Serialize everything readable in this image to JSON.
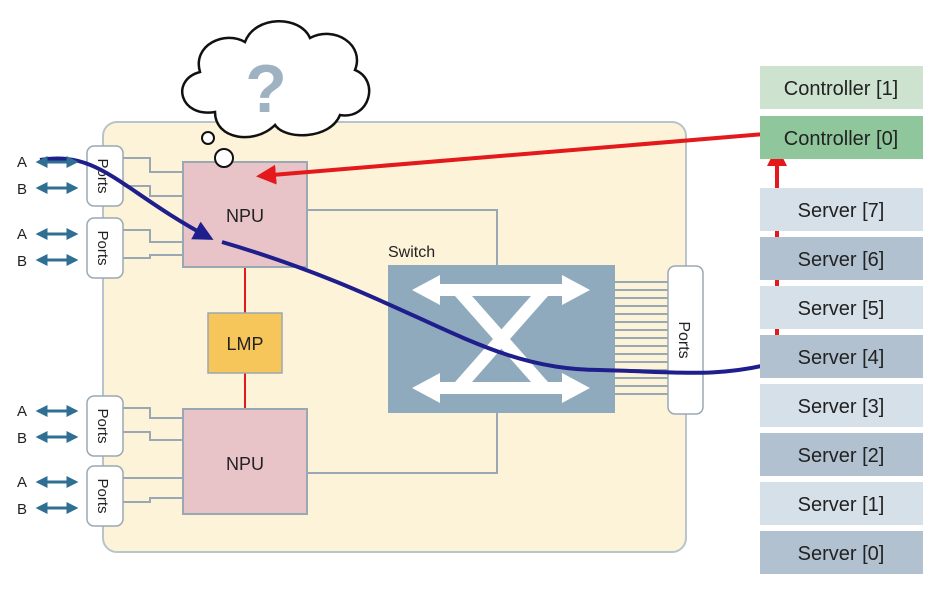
{
  "thought": {
    "symbol": "?"
  },
  "board": {
    "npu_top_label": "NPU",
    "npu_bottom_label": "NPU",
    "lmp_label": "LMP",
    "switch_label": "Switch",
    "switch_ports_label": "Ports"
  },
  "front_ports": [
    {
      "label": "Ports",
      "a_label": "A",
      "b_label": "B"
    },
    {
      "label": "Ports",
      "a_label": "A",
      "b_label": "B"
    },
    {
      "label": "Ports",
      "a_label": "A",
      "b_label": "B"
    },
    {
      "label": "Ports",
      "a_label": "A",
      "b_label": "B"
    }
  ],
  "rack": {
    "controllers": [
      {
        "label": "Controller [1]",
        "active": false
      },
      {
        "label": "Controller [0]",
        "active": true
      }
    ],
    "servers": [
      {
        "label": "Server [7]",
        "shade": "light"
      },
      {
        "label": "Server [6]",
        "shade": "dark"
      },
      {
        "label": "Server [5]",
        "shade": "light"
      },
      {
        "label": "Server [4]",
        "shade": "dark"
      },
      {
        "label": "Server [3]",
        "shade": "light"
      },
      {
        "label": "Server [2]",
        "shade": "dark"
      },
      {
        "label": "Server [1]",
        "shade": "light"
      },
      {
        "label": "Server [0]",
        "shade": "dark"
      }
    ]
  },
  "colors": {
    "board_fill": "#fdf3d8",
    "board_stroke": "#b8c4cc",
    "npu_fill": "#e8c4c8",
    "lmp_fill": "#f6c65b",
    "switch_fill": "#8fa9bd",
    "port_arrow": "#2f6f93",
    "data_path": "#1e1e8c",
    "control_path": "#e3191b",
    "controller_light": "#cde3cf",
    "controller_active": "#8fc69c",
    "server_light": "#d6e0e8",
    "server_dark": "#b1c1cf",
    "connector": "#9aa8b4"
  }
}
